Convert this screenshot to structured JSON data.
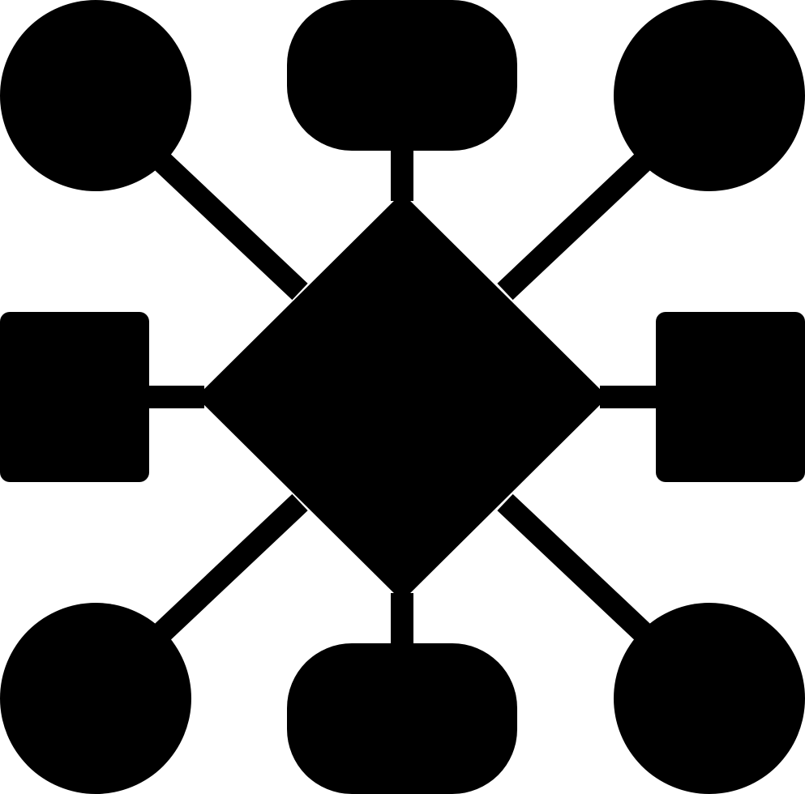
{
  "icon": {
    "name": "network-diagram-icon",
    "fill_color": "#000000",
    "background_color": "#ffffff",
    "center_shape": "diamond",
    "node_shapes": [
      "circle",
      "pill",
      "circle",
      "square",
      "square",
      "circle",
      "pill",
      "circle"
    ]
  }
}
